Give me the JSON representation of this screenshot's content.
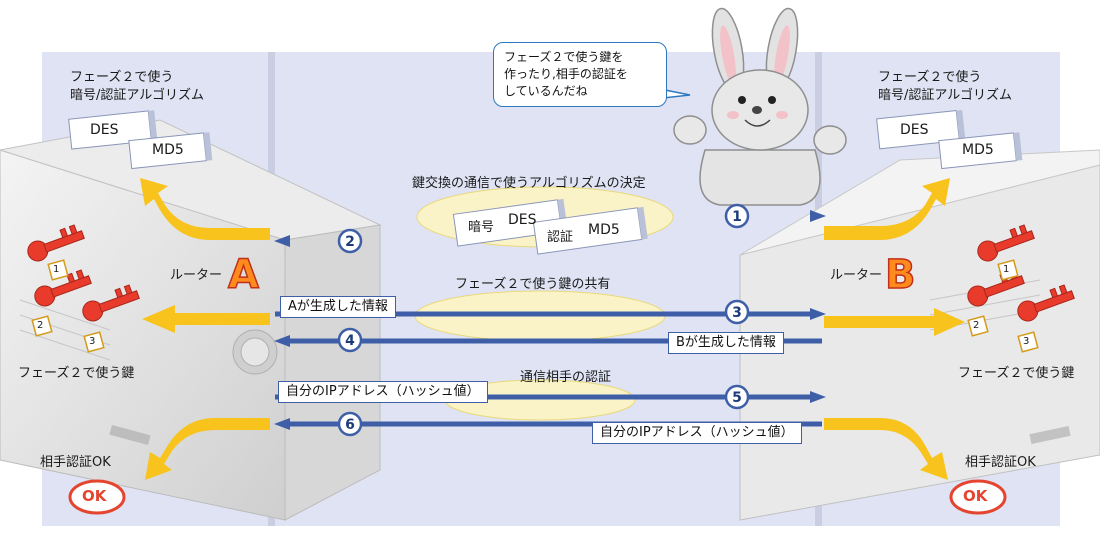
{
  "titles": {
    "algorithm_decision": "鍵交換の通信で使うアルゴリズムの決定",
    "key_sharing": "フェーズ２で使う鍵の共有",
    "peer_auth": "通信相手の認証"
  },
  "left": {
    "algo_caption_1": "フェーズ２で使う",
    "algo_caption_2": "暗号/認証アルゴリズム",
    "des": "DES",
    "md5": "MD5",
    "router_label": "ルーター",
    "router_letter": "A",
    "keys_label": "フェーズ２で使う鍵",
    "auth_ok_label": "相手認証OK",
    "ok": "OK",
    "key_numbers": [
      "1",
      "2",
      "3"
    ]
  },
  "right": {
    "algo_caption_1": "フェーズ２で使う",
    "algo_caption_2": "暗号/認証アルゴリズム",
    "des": "DES",
    "md5": "MD5",
    "router_label": "ルーター",
    "router_letter": "B",
    "keys_label": "フェーズ２で使う鍵",
    "auth_ok_label": "相手認証OK",
    "ok": "OK",
    "key_numbers": [
      "1",
      "2",
      "3"
    ]
  },
  "center_cards": {
    "cipher_label": "暗号",
    "cipher_value": "DES",
    "auth_label": "認証",
    "auth_value": "MD5"
  },
  "messages": {
    "a_info": "Aが生成した情報",
    "b_info": "Bが生成した情報",
    "own_ip_hash_a": "自分のIPアドレス（ハッシュ値）",
    "own_ip_hash_b": "自分のIPアドレス（ハッシュ値）"
  },
  "steps": [
    "1",
    "2",
    "3",
    "4",
    "5",
    "6"
  ],
  "bubble": {
    "line1": "フェーズ２で使う鍵を",
    "line2": "作ったり,相手の認証を",
    "line3": "しているんだね"
  },
  "colors": {
    "panel": "#dfe3f3",
    "arrow_blue": "#3e5fa8",
    "arrow_yellow": "#f7c31c",
    "highlight": "#fbf3c8",
    "key_red": "#e83b2c",
    "ok_red": "#e5442f"
  }
}
